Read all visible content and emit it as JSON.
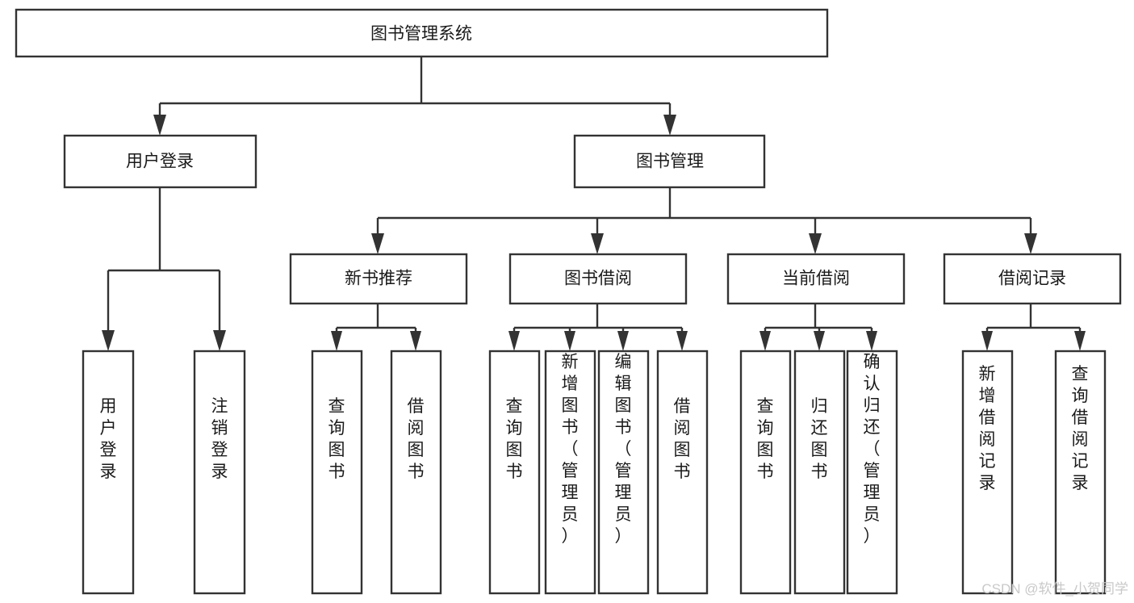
{
  "diagram": {
    "type": "tree-hierarchy-chart",
    "title_text": "图书管理系统",
    "levels": {
      "root": {
        "label": "图书管理系统"
      },
      "level2": [
        {
          "id": "user-login",
          "label": "用户登录"
        },
        {
          "id": "book-management",
          "label": "图书管理"
        }
      ],
      "level3": [
        {
          "id": "new-book-recommend",
          "label": "新书推荐"
        },
        {
          "id": "book-borrow",
          "label": "图书借阅"
        },
        {
          "id": "current-borrow",
          "label": "当前借阅"
        },
        {
          "id": "borrow-record",
          "label": "借阅记录"
        }
      ],
      "leaves": {
        "user_login": [
          {
            "id": "leaf-user-login",
            "label": "用户登录"
          },
          {
            "id": "leaf-logout-login",
            "label": "注销登录"
          }
        ],
        "new_book_recommend": [
          {
            "id": "leaf-query-book-1",
            "label": "查询图书"
          },
          {
            "id": "leaf-borrow-book-1",
            "label": "借阅图书"
          }
        ],
        "book_borrow": [
          {
            "id": "leaf-query-book-2",
            "label": "查询图书"
          },
          {
            "id": "leaf-add-book",
            "label": "新增图书（管理员）"
          },
          {
            "id": "leaf-edit-book",
            "label": "编辑图书（管理员）"
          },
          {
            "id": "leaf-borrow-book-2",
            "label": "借阅图书"
          }
        ],
        "current_borrow": [
          {
            "id": "leaf-query-book-3",
            "label": "查询图书"
          },
          {
            "id": "leaf-return-book",
            "label": "归还图书"
          },
          {
            "id": "leaf-confirm-return",
            "label": "确认归还（管理员）"
          }
        ],
        "borrow_record": [
          {
            "id": "leaf-add-borrow-record",
            "label": "新增借阅记录"
          },
          {
            "id": "leaf-query-borrow-record",
            "label": "查询借阅记录"
          }
        ]
      }
    },
    "colors": {
      "box_stroke": "#333333",
      "box_fill": "#ffffff",
      "text": "#1a1a1a",
      "background": "#ffffff",
      "watermark": "#c9c9c9"
    }
  },
  "watermark": {
    "text": "CSDN @软件_小贺同学"
  }
}
